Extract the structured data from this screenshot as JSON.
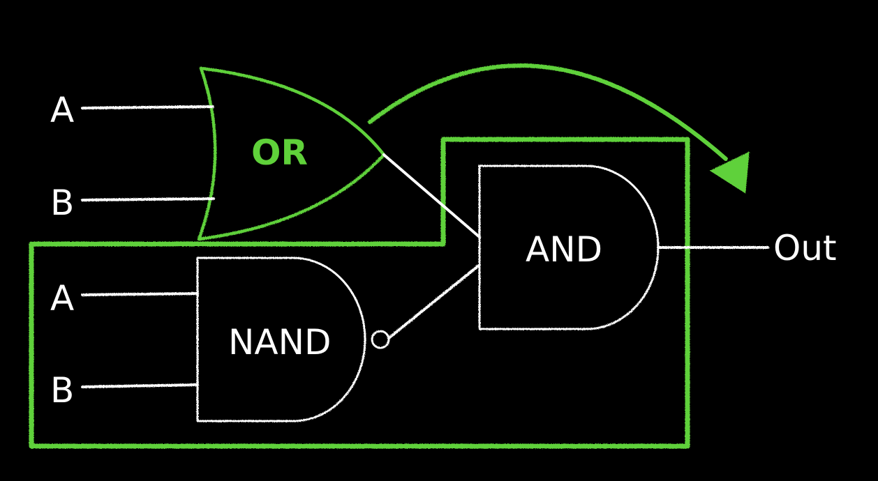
{
  "colors": {
    "background": "#000000",
    "wire": "#ffffff",
    "highlight": "#5fd13a"
  },
  "inputs": {
    "or_a": "A",
    "or_b": "B",
    "nand_a": "A",
    "nand_b": "B"
  },
  "gates": {
    "or": "OR",
    "nand": "NAND",
    "and": "AND"
  },
  "output": "Out"
}
